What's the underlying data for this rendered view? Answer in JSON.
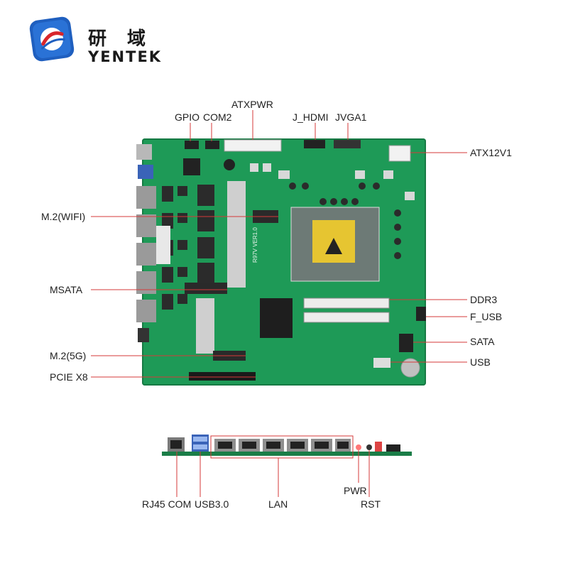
{
  "brand": {
    "name_cn": "研 域",
    "name_en": "YENTEK",
    "colors": {
      "logo_blue": "#1f5fbf",
      "logo_red": "#d8252b",
      "pcb_green": "#1e9a57",
      "callout_red": "#d63a3a"
    }
  },
  "board_markings": {
    "model": "R97V VER1.0"
  },
  "top_view_labels": {
    "gpio": "GPIO",
    "com2": "COM2",
    "atxpwr": "ATXPWR",
    "j_hdmi": "J_HDMI",
    "jvga1": "JVGA1",
    "atx12v1": "ATX12V1",
    "m2_wifi": "M.2(WIFI)",
    "msata": "MSATA",
    "ddr3": "DDR3",
    "f_usb": "F_USB",
    "sata": "SATA",
    "usb": "USB",
    "m2_5g": "M.2(5G)",
    "pcie_x8": "PCIE X8"
  },
  "io_view_labels": {
    "rj45_com": "RJ45 COM",
    "usb30": "USB3.0",
    "lan": "LAN",
    "pwr": "PWR",
    "rst": "RST"
  }
}
